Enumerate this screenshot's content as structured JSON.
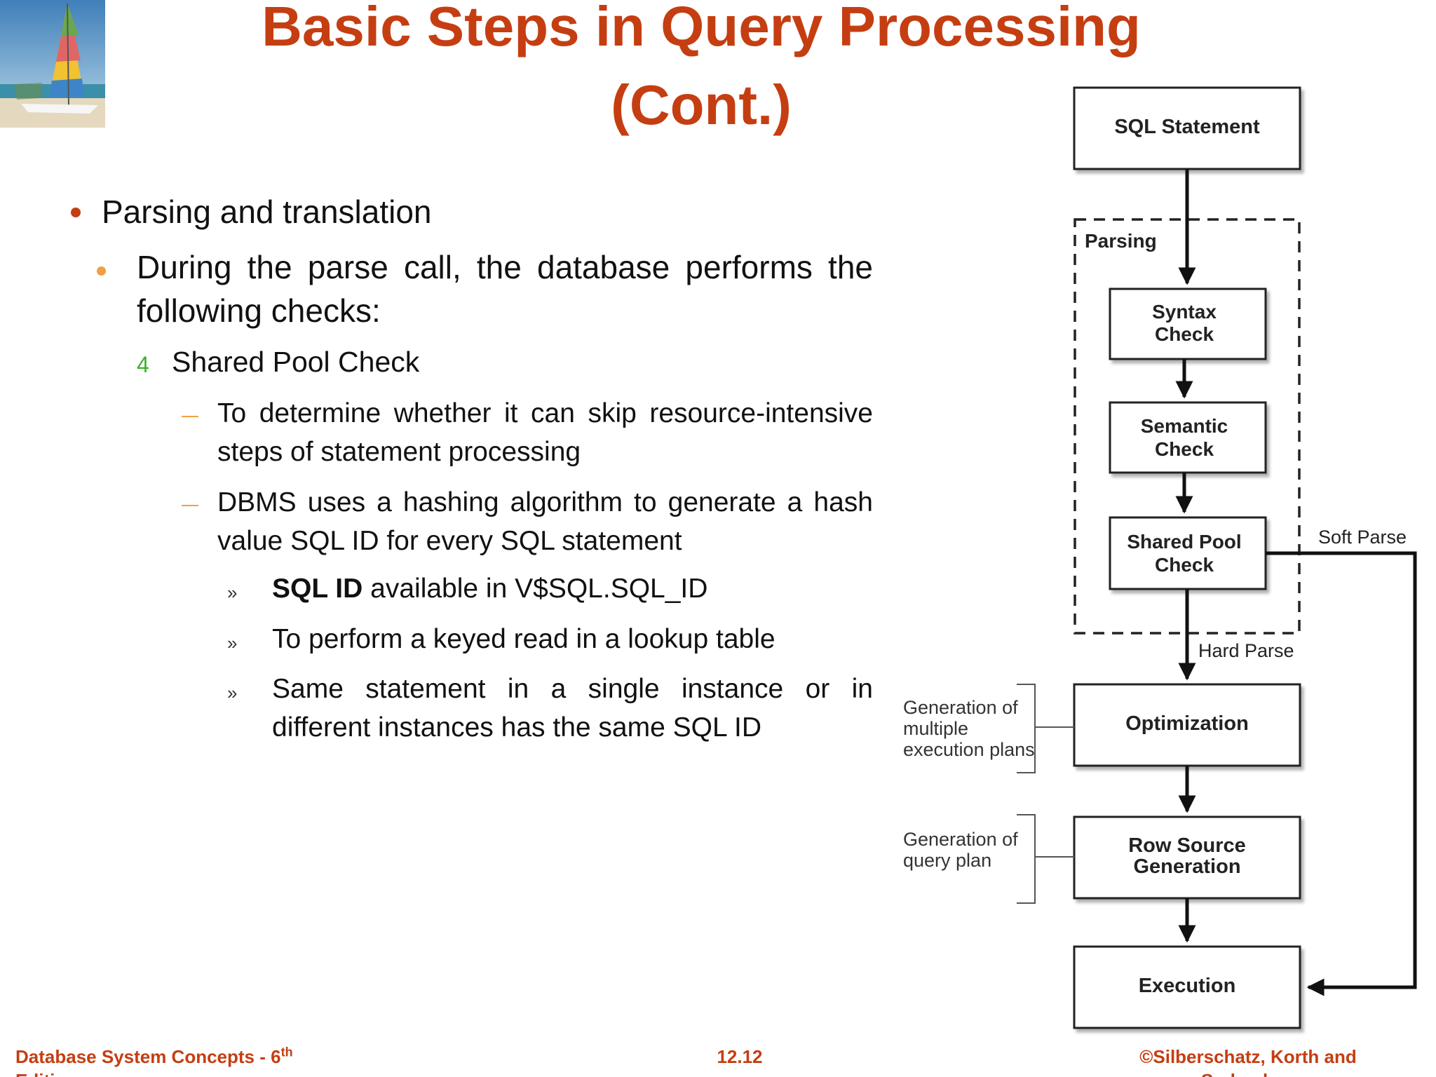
{
  "slide": {
    "title_line1": "Basic Steps in Query Processing",
    "title_line2": "(Cont.)"
  },
  "content": {
    "b1": "Parsing and translation",
    "b2": "During the parse call, the database performs the following checks:",
    "b3_number": "4",
    "b3": "Shared Pool Check",
    "b4a": "To determine whether it can skip resource-intensive steps of statement processing",
    "b4b": "DBMS uses a hashing algorithm to generate a hash value SQL ID for every SQL statement",
    "b5a_bold": "SQL ID",
    "b5a_rest": " available in V$SQL.SQL_ID",
    "b5b": "To perform a keyed read in a lookup table",
    "b5c": "Same statement in a single instance or in different instances has the same SQL ID"
  },
  "diagram": {
    "sql_statement": "SQL Statement",
    "parsing": "Parsing",
    "syntax_check": [
      "Syntax",
      "Check"
    ],
    "semantic_check": [
      "Semantic",
      "Check"
    ],
    "shared_pool_check": [
      "Shared Pool",
      "Check"
    ],
    "soft_parse": "Soft Parse",
    "hard_parse": "Hard Parse",
    "optimization": "Optimization",
    "row_source_generation": [
      "Row Source",
      "Generation"
    ],
    "execution": "Execution",
    "note_optimization": [
      "Generation of",
      "multiple",
      "execution plans"
    ],
    "note_row_source": [
      "Generation of",
      "query plan"
    ]
  },
  "footer": {
    "left": "Database System Concepts - 6",
    "left_sup": "th",
    "left_line2": "Edition",
    "center": "12.12",
    "right": "©Silberschatz, Korth and",
    "right_line2": "Sudarshan"
  },
  "colors": {
    "title": "#c53e12",
    "bullet_level1": "#c53e12",
    "bullet_level2": "#f0a042",
    "bullet_level3": "#3fae2a",
    "footer": "#c53e12"
  }
}
